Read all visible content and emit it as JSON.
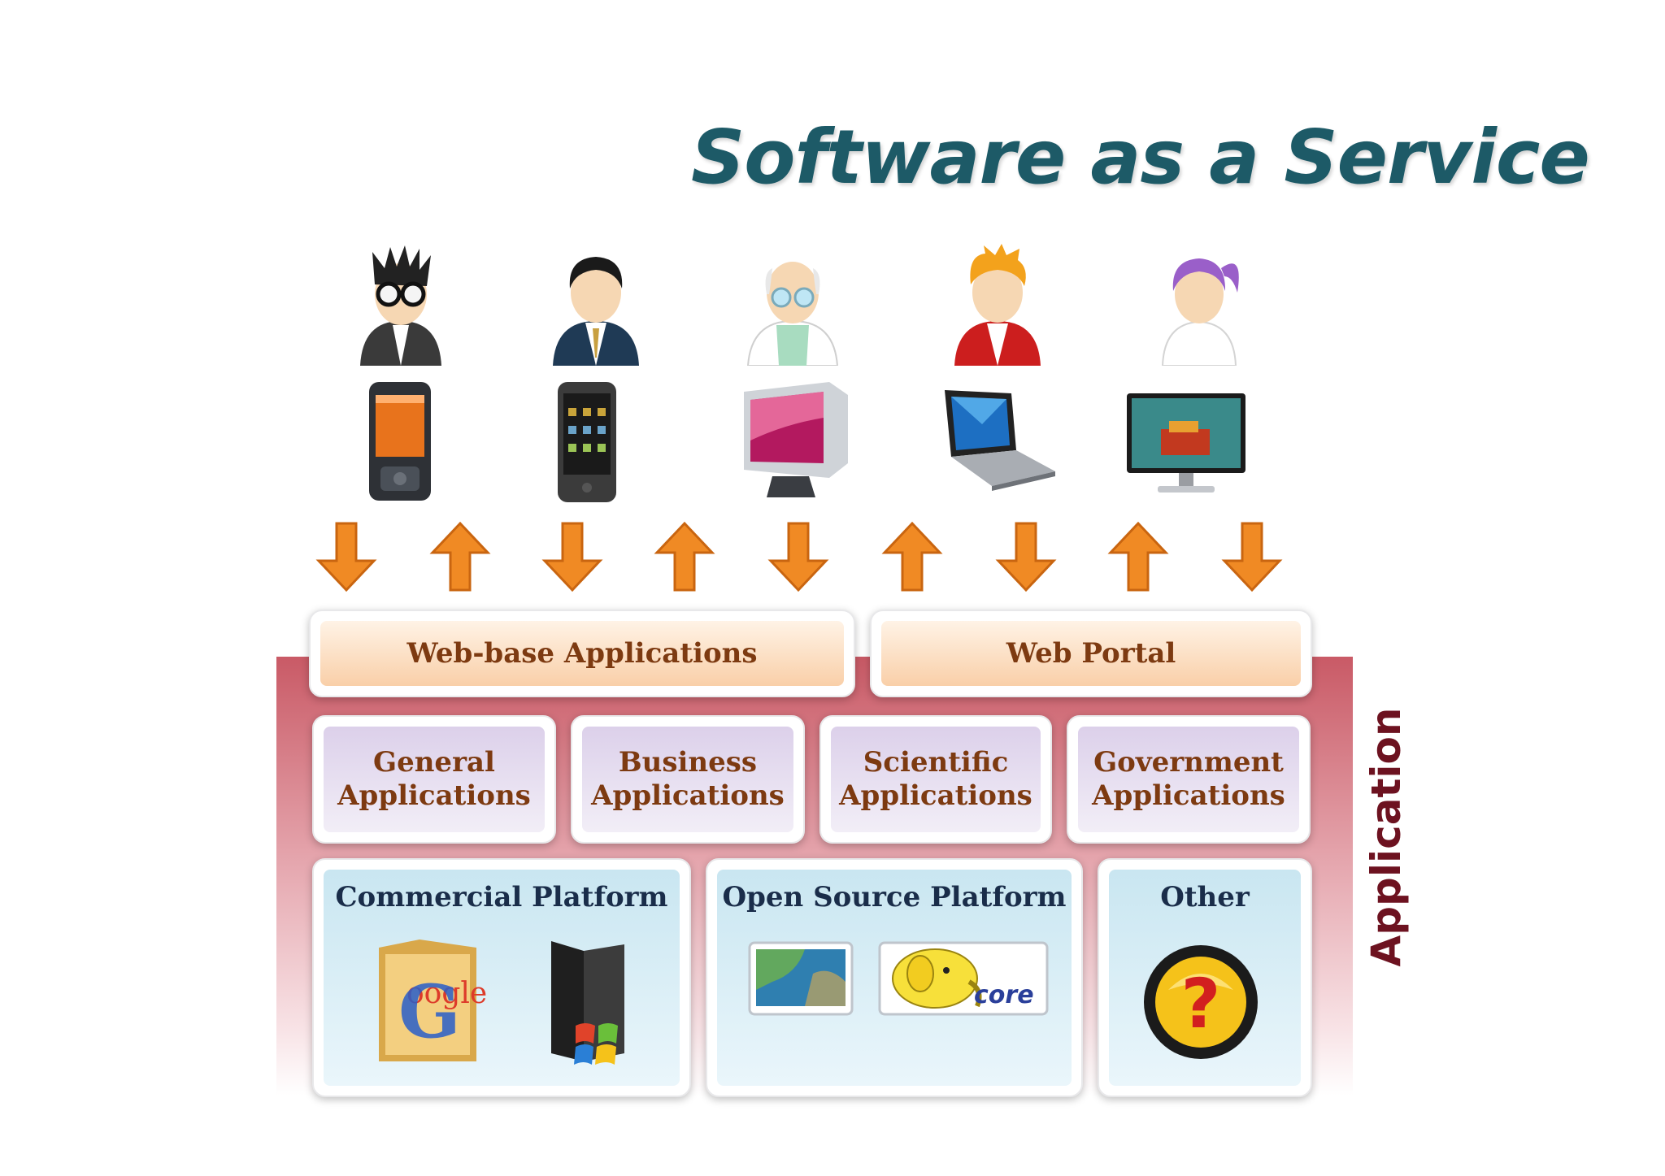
{
  "title": "Software as a Service",
  "web_layer": {
    "left": "Web-base Applications",
    "right": "Web Portal"
  },
  "categories": [
    {
      "line1": "General",
      "line2": "Applications"
    },
    {
      "line1": "Business",
      "line2": "Applications"
    },
    {
      "line1": "Scientific",
      "line2": "Applications"
    },
    {
      "line1": "Government",
      "line2": "Applications"
    }
  ],
  "platforms": {
    "commercial": "Commercial Platform",
    "open_source": "Open Source Platform",
    "other": "Other"
  },
  "logos": {
    "google": "oogle",
    "hadoop": "core",
    "question": "?"
  },
  "side_label": "Application",
  "users": [
    "goggles-user-icon",
    "businessman-icon",
    "scientist-icon",
    "red-jacket-user-icon",
    "purple-hair-user-icon"
  ],
  "devices": [
    "pda-phone-icon",
    "smartphone-icon",
    "crt-monitor-icon",
    "laptop-icon",
    "lcd-monitor-icon"
  ],
  "arrow_directions": [
    "down",
    "up",
    "down",
    "up",
    "down",
    "up",
    "down",
    "up",
    "down"
  ],
  "colors": {
    "title": "#1d5a67",
    "label_brown": "#7d3a11",
    "platform_label": "#1a2d4a",
    "side_label": "#6d1220",
    "arrow": "#f08a24"
  }
}
